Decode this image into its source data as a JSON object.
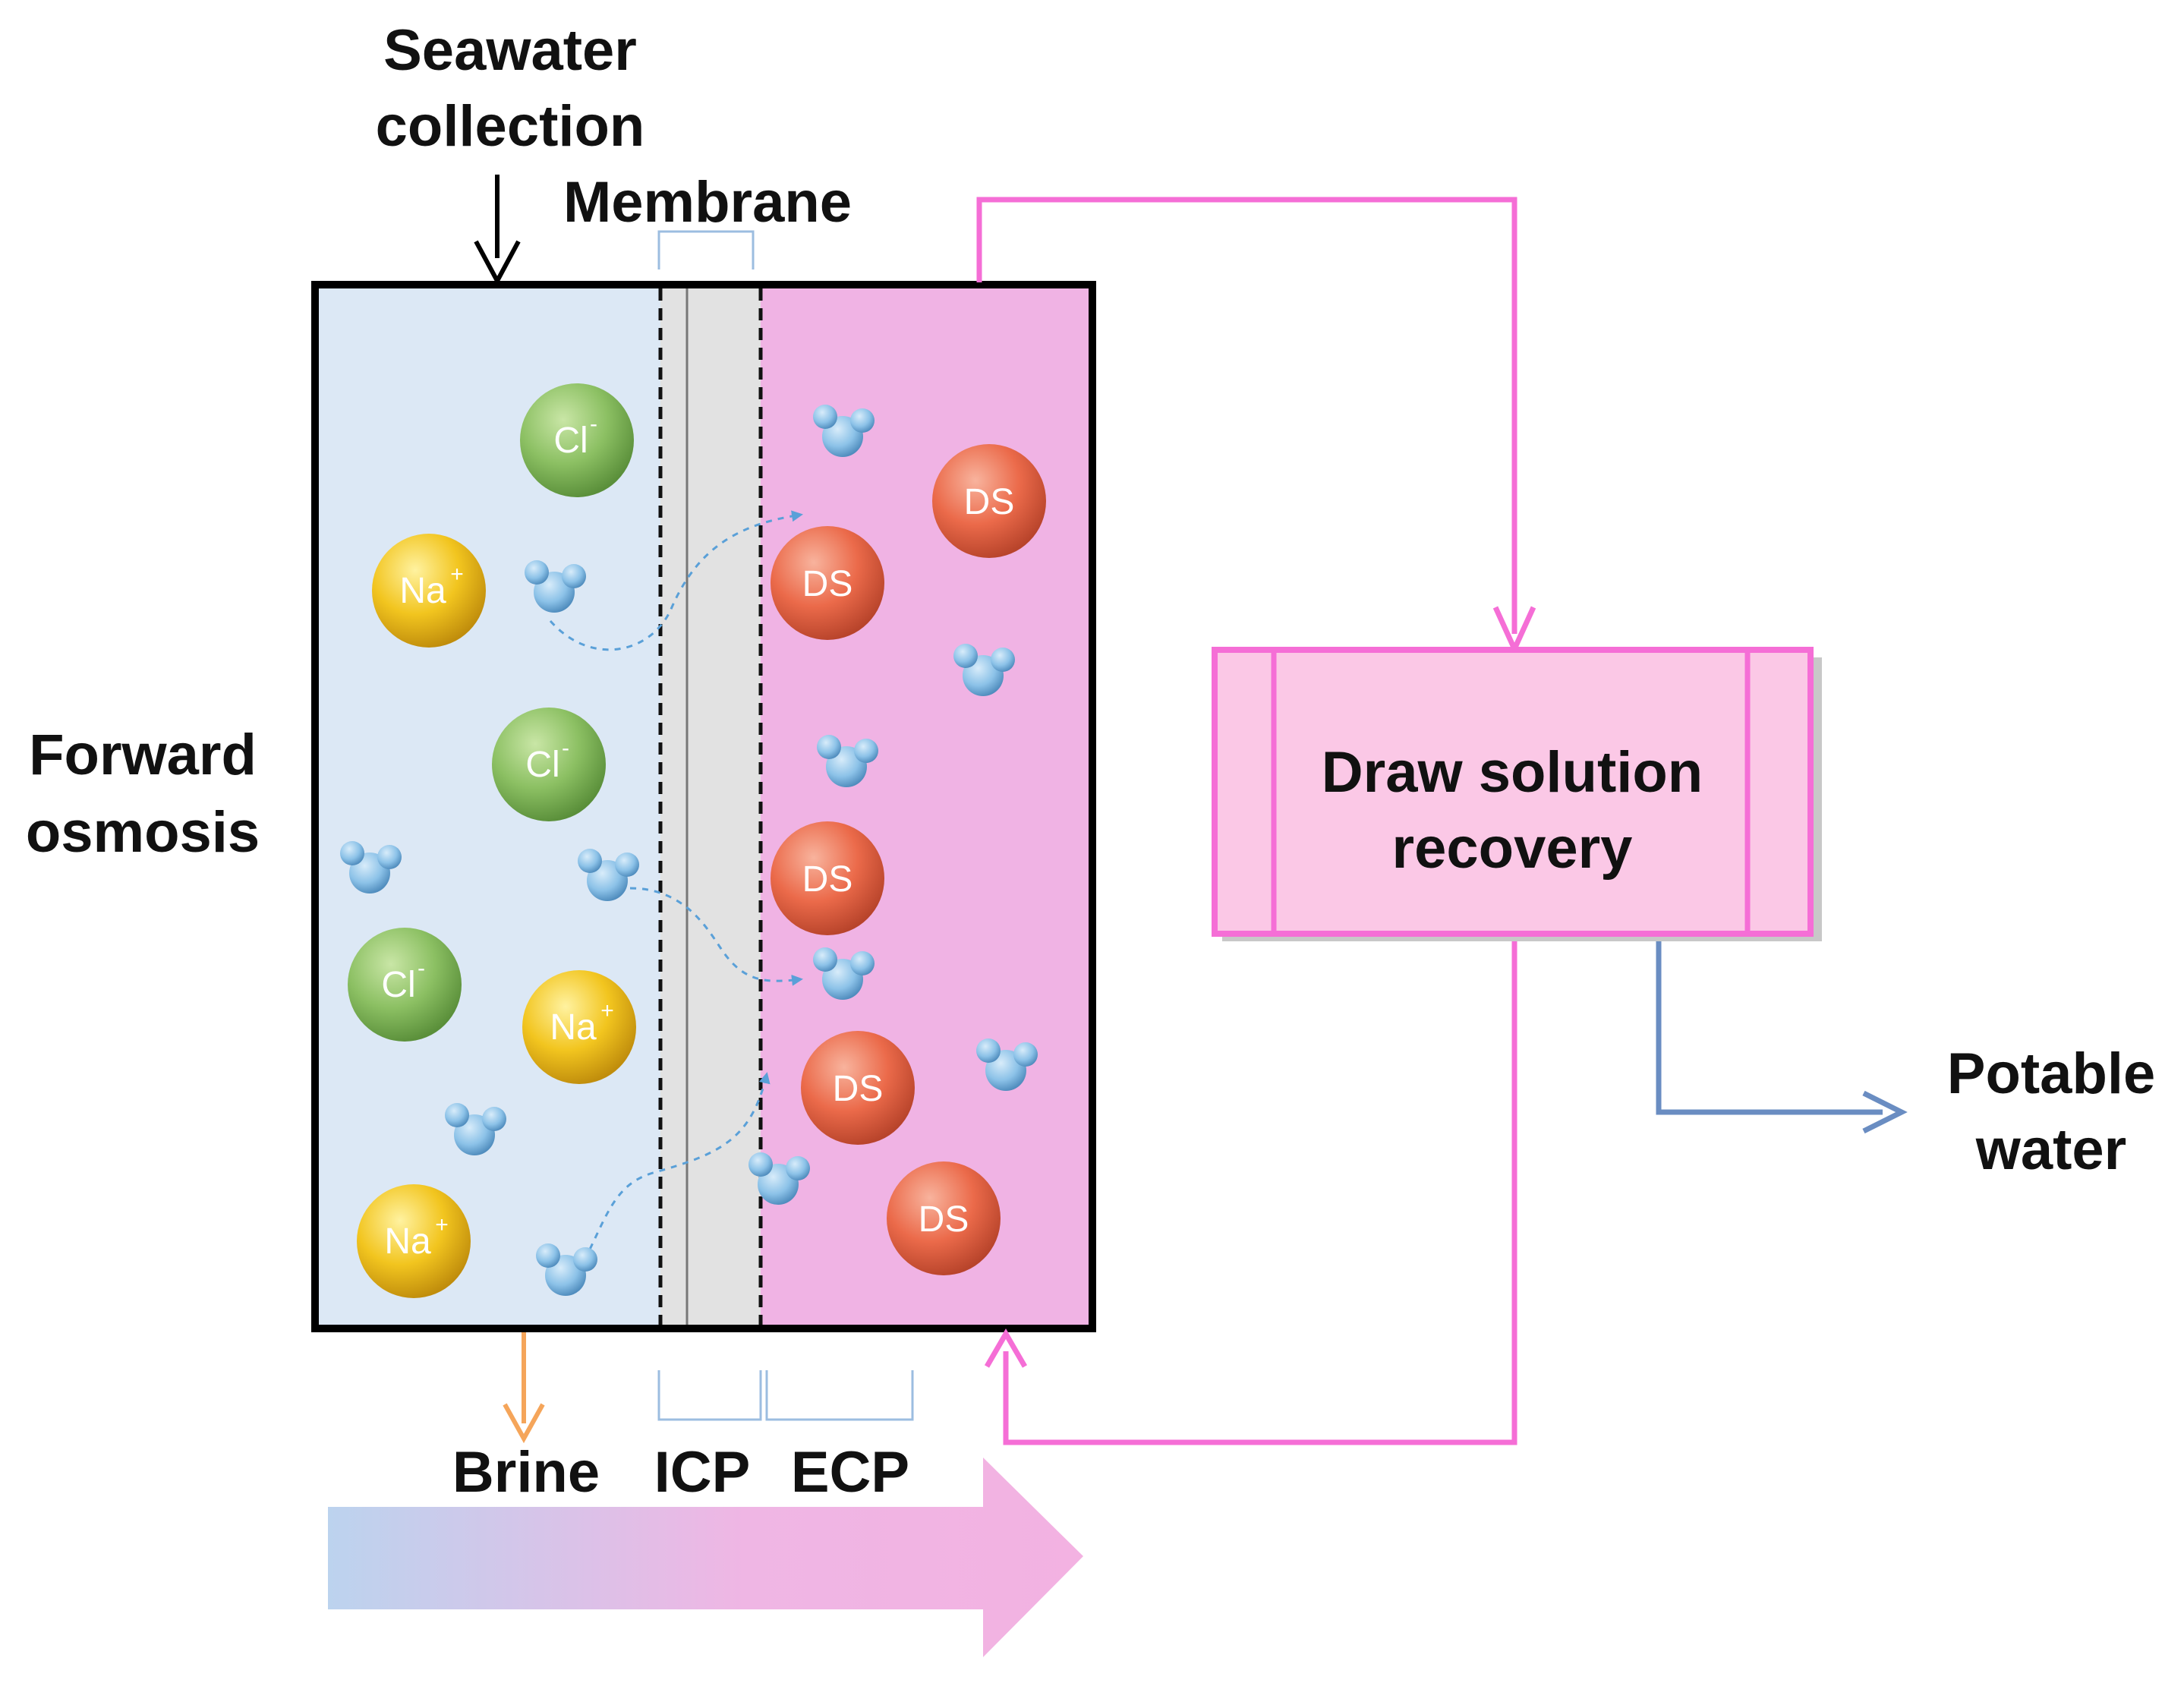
{
  "labels": {
    "seawater_line1": "Seawater",
    "seawater_line2": "collection",
    "membrane": "Membrane",
    "forward_line1": "Forward",
    "forward_line2": "osmosis",
    "recovery_line1": "Draw solution",
    "recovery_line2": "recovery",
    "potable_line1": "Potable",
    "potable_line2": "water",
    "brine": "Brine",
    "icp": "ICP",
    "ecp": "ECP"
  },
  "ions": {
    "chloride": "Cl",
    "chloride_charge": "-",
    "sodium": "Na",
    "sodium_charge": "+",
    "draw_solute": "DS"
  },
  "colors": {
    "feed_side": "#dce8f5",
    "draw_side": "#f0b3e4",
    "membrane": "#e2e2e2",
    "recovery_box": "#fbc8e6",
    "pink_flow": "#f56ed6",
    "potable_flow": "#6a8dc2",
    "brine_flow": "#f5a55a",
    "chloride_ion": "#8cc063",
    "sodium_ion": "#f2c51f",
    "draw_solute_ion": "#eb6a4a",
    "water_molecule": "#8cc2e8"
  },
  "icons": {
    "water": "water-molecule-icon",
    "chloride": "chloride-ion-icon",
    "sodium": "sodium-ion-icon",
    "draw_solute": "draw-solute-icon"
  }
}
